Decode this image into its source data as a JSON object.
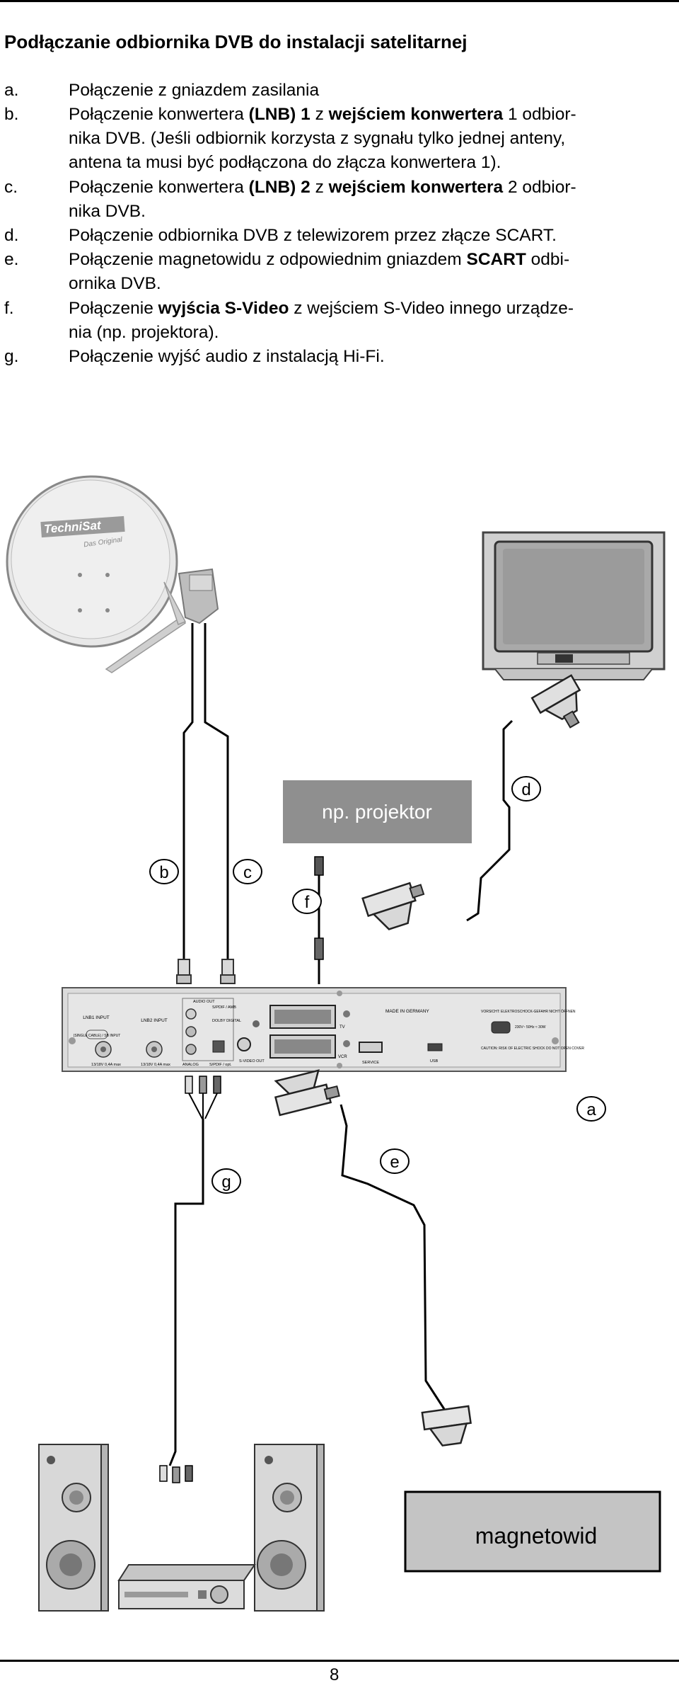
{
  "title": "Podłączanie odbiornika DVB do instalacji satelitarnej",
  "items": [
    {
      "letter": "a.",
      "lines": [
        [
          {
            "t": "Połączenie z gniazdem zasilania",
            "b": false
          }
        ]
      ]
    },
    {
      "letter": "b.",
      "lines": [
        [
          {
            "t": "Połączenie konwertera ",
            "b": false
          },
          {
            "t": "(LNB) 1",
            "b": true
          },
          {
            "t": " z ",
            "b": false
          },
          {
            "t": "wejściem konwertera",
            "b": true
          },
          {
            "t": " 1 odbior-",
            "b": false
          }
        ],
        [
          {
            "t": "nika DVB. (Jeśli odbiornik korzysta z sygnału tylko jednej anteny,",
            "b": false
          }
        ],
        [
          {
            "t": "antena ta musi być podłączona do złącza konwertera 1).",
            "b": false
          }
        ]
      ]
    },
    {
      "letter": "c.",
      "lines": [
        [
          {
            "t": "Połączenie konwertera ",
            "b": false
          },
          {
            "t": "(LNB) 2",
            "b": true
          },
          {
            "t": " z ",
            "b": false
          },
          {
            "t": "wejściem konwertera",
            "b": true
          },
          {
            "t": " 2 odbior-",
            "b": false
          }
        ],
        [
          {
            "t": "nika DVB.",
            "b": false
          }
        ]
      ]
    },
    {
      "letter": "d.",
      "lines": [
        [
          {
            "t": "Połączenie odbiornika DVB z telewizorem przez złącze SCART.",
            "b": false
          }
        ]
      ]
    },
    {
      "letter": "e.",
      "lines": [
        [
          {
            "t": "Połączenie magnetowidu z odpowiednim gniazdem ",
            "b": false
          },
          {
            "t": "SCART",
            "b": true
          },
          {
            "t": " odbi-",
            "b": false
          }
        ],
        [
          {
            "t": "ornika DVB.",
            "b": false
          }
        ]
      ]
    },
    {
      "letter": "f.",
      "lines": [
        [
          {
            "t": "Połączenie ",
            "b": false
          },
          {
            "t": "wyjścia S-Video",
            "b": true
          },
          {
            "t": " z wejściem S-Video innego urządze-",
            "b": false
          }
        ],
        [
          {
            "t": "nia (np. projektora).",
            "b": false
          }
        ]
      ]
    },
    {
      "letter": "g.",
      "lines": [
        [
          {
            "t": "Połączenie wyjść audio z instalacją Hi-Fi.",
            "b": false
          }
        ]
      ]
    }
  ],
  "diagram": {
    "projector_label": "np. projektor",
    "vcr_label": "magnetowid",
    "dish_logo": "TechniSat",
    "dish_tagline": "Das Original",
    "callouts": {
      "a": "a",
      "b": "b",
      "c": "c",
      "d": "d",
      "e": "e",
      "f": "f",
      "g": "g"
    },
    "receiver_labels": {
      "lnb1": "LNB1 INPUT",
      "single_cable": "(SINGLE CABLE) / SB INPUT",
      "lnb2": "LNB2 INPUT",
      "power1": "13/18V 0,4A max",
      "power2": "13/18V 0,4A max",
      "audio_out": "AUDIO OUT",
      "spdif_coax": "S/PDIF / AMB",
      "dolby": "DOLBY DIGITAL",
      "analog": "ANALOG",
      "spdif_opt": "S/PDIF / opt.",
      "svideo": "S-VIDEO OUT",
      "tv": "TV",
      "vcr": "VCR",
      "service": "SERVICE",
      "usb": "USB",
      "made_in": "MADE IN GERMANY",
      "warning": "VORSICHT: ELEKTROSCHOCK-GEFAHR NICHT ÖFFNEN",
      "mains": "230V~ 50Hz ≈ 30W",
      "caution": "CAUTION: RISK OF ELECTRIC SHOCK DO NOT OPEN COVER"
    }
  },
  "page_number": "8"
}
